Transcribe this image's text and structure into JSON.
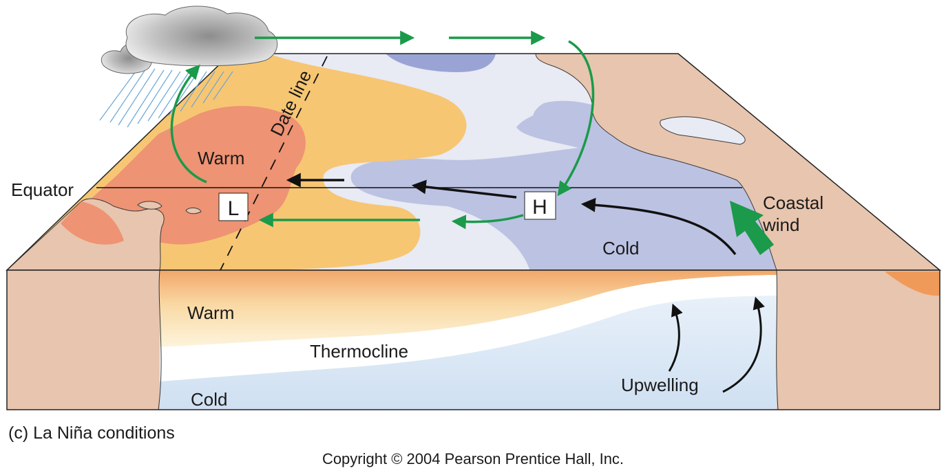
{
  "diagram": {
    "labels": {
      "date_line": "Date line",
      "warm_surface": "Warm",
      "equator": "Equator",
      "low_pressure": "L",
      "high_pressure": "H",
      "coastal_wind_line1": "Coastal",
      "coastal_wind_line2": "wind",
      "cold_surface": "Cold",
      "warm_subsurface": "Warm",
      "thermocline": "Thermocline",
      "upwelling": "Upwelling",
      "cold_subsurface": "Cold"
    },
    "colors": {
      "warm_core": "#ee9373",
      "warm_outer": "#f7c673",
      "cold_water": "#bcc2e2",
      "neutral_water": "#e8eaf4",
      "land": "#e8c5ae",
      "circulation_arrow": "#1a9a4a",
      "surface_arrow": "#111111",
      "cloud": "#9a9a9a",
      "rain": "#6aa6d6"
    }
  },
  "caption": "(c) La Niña conditions",
  "copyright": "Copyright © 2004 Pearson Prentice Hall, Inc."
}
